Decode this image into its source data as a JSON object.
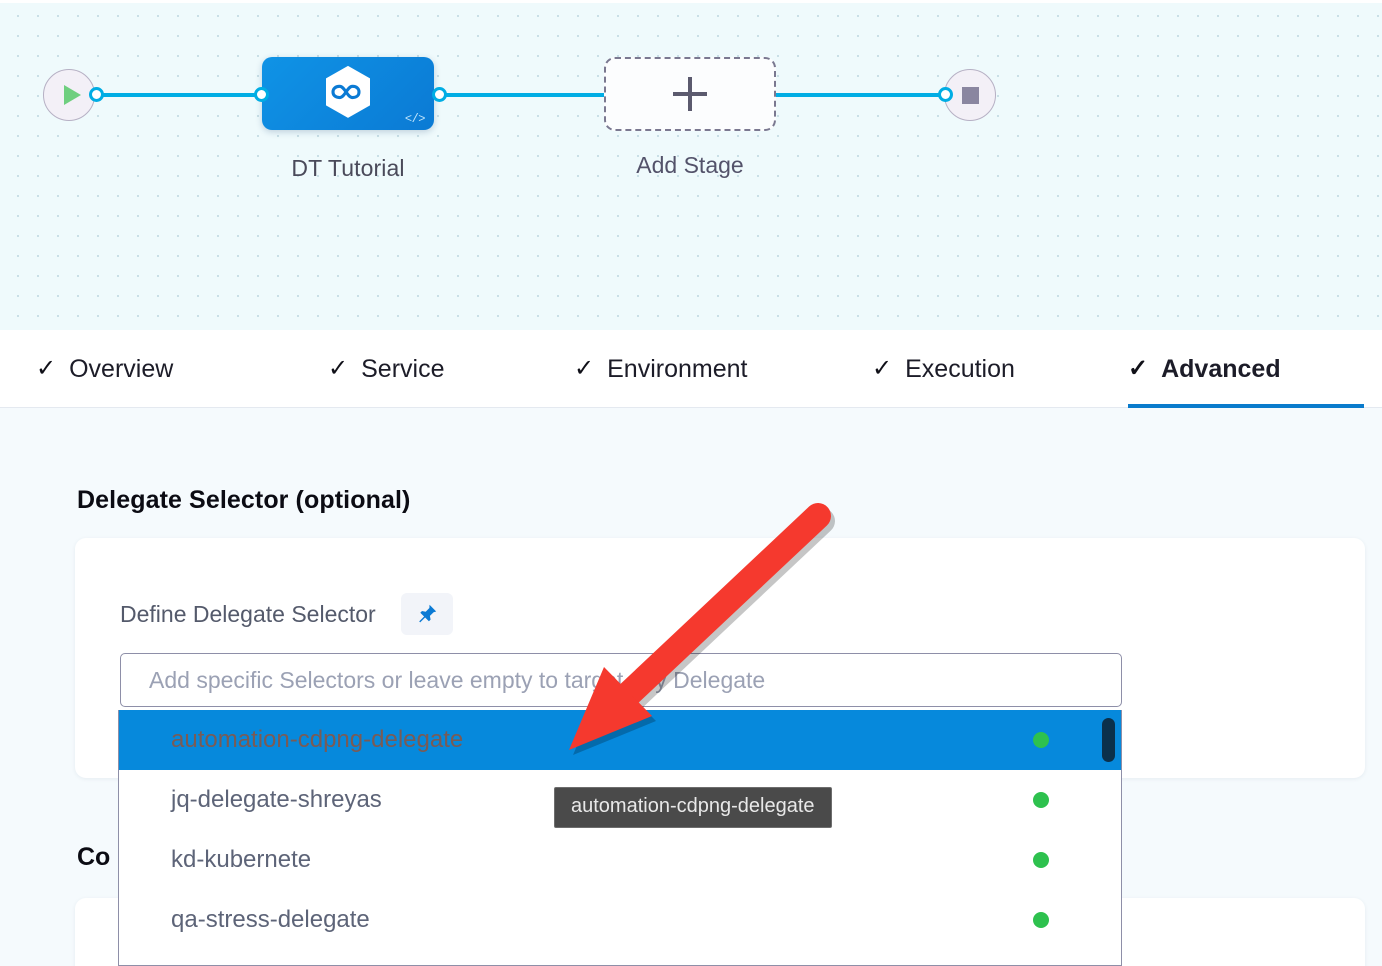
{
  "pipeline": {
    "start_node": {
      "icon": "play-icon"
    },
    "end_node": {
      "icon": "stop-icon"
    },
    "stage": {
      "label": "DT Tutorial",
      "icon": "harness-hexagon-infinity-icon",
      "badge_icon": "code-angle-brackets-icon"
    },
    "add_stage": {
      "label": "Add Stage",
      "icon": "plus-icon"
    }
  },
  "tabs": [
    {
      "label": "Overview",
      "check": "✓",
      "active": false
    },
    {
      "label": "Service",
      "check": "✓",
      "active": false
    },
    {
      "label": "Environment",
      "check": "✓",
      "active": false
    },
    {
      "label": "Execution",
      "check": "✓",
      "active": false
    },
    {
      "label": "Advanced",
      "check": "✓",
      "active": true
    }
  ],
  "main": {
    "section_title": "Delegate Selector (optional)",
    "section_title_partial": "Co",
    "define_label": "Define Delegate Selector",
    "pin_icon": "pushpin-icon",
    "selector_input": {
      "value": "",
      "placeholder": "Add specific Selectors or leave empty to target any Delegate"
    },
    "dropdown_options": [
      {
        "label": "automation-cdpng-delegate",
        "status": "connected",
        "selected": true
      },
      {
        "label": "jq-delegate-shreyas",
        "status": "connected",
        "selected": false
      },
      {
        "label": "kd-kubernete",
        "status": "connected",
        "selected": false
      },
      {
        "label": "qa-stress-delegate",
        "status": "connected",
        "selected": false
      }
    ],
    "tooltip_text": "automation-cdpng-delegate"
  },
  "annotation": {
    "arrow": "red-pointer-arrow",
    "target": "automation-cdpng-delegate"
  },
  "colors": {
    "accent_blue": "#0a7bcc",
    "highlight_blue": "#0689dc",
    "connector_blue": "#00ade4",
    "stage_blue": "#0f93e6",
    "status_green": "#2ec14e",
    "annotation_red": "#f5392e",
    "canvas_bg": "#effafc",
    "page_bg": "#f5fafd",
    "tooltip_bg": "#4a4a4a"
  }
}
